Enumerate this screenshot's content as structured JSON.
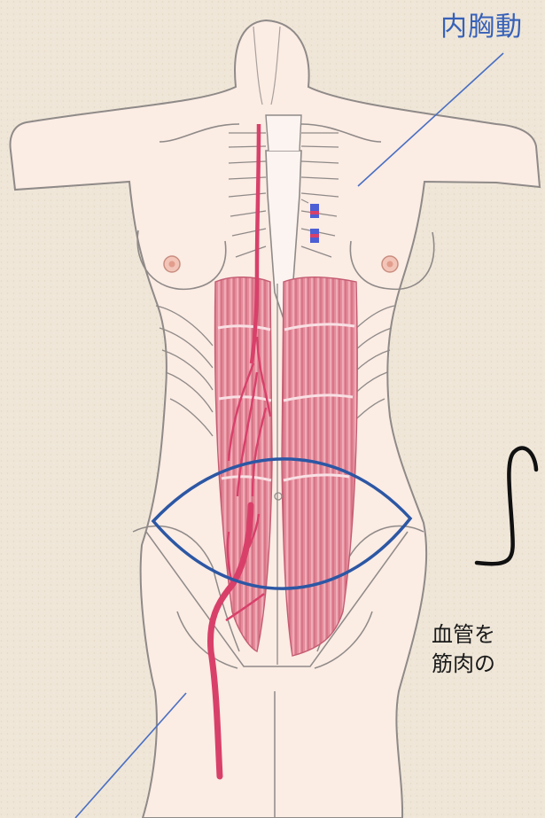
{
  "colors": {
    "background": "#efe6d8",
    "body_fill": "#fbece4",
    "outline": "#8f8a88",
    "muscle": "#e58b9a",
    "artery": "#d8406a",
    "incision_outline": "#2c57a4",
    "label_blue": "#3761b8",
    "leader_line": "#4a6fc2"
  },
  "labels": {
    "top_label": "内胸動",
    "note_line_1": "血管を",
    "note_line_2": "筋肉の"
  },
  "icons": {
    "curved_arrow": "curved-arrow-icon"
  }
}
